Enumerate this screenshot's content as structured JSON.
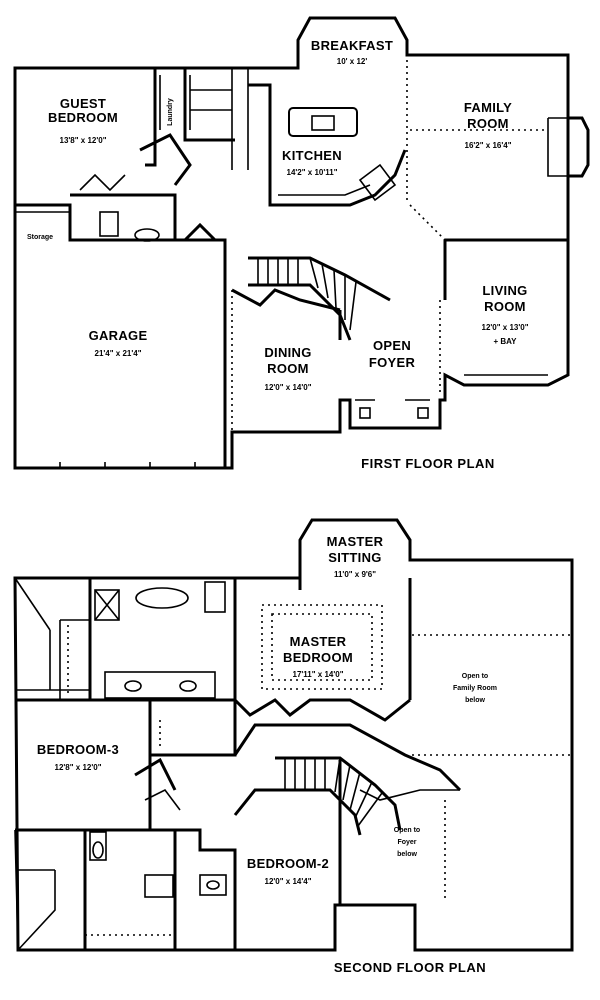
{
  "first_floor": {
    "title": "FIRST FLOOR PLAN",
    "rooms": {
      "breakfast": {
        "name": "BREAKFAST",
        "size": "10' x 12'"
      },
      "guest": {
        "name1": "GUEST",
        "name2": "BEDROOM",
        "size": "13'8\" x 12'0\""
      },
      "laundry": {
        "name": "Laundry"
      },
      "family": {
        "name1": "FAMILY",
        "name2": "ROOM",
        "size": "16'2\" x 16'4\""
      },
      "kitchen": {
        "name": "KITCHEN",
        "size": "14'2\" x 10'11\""
      },
      "storage": {
        "name": "Storage"
      },
      "garage": {
        "name": "GARAGE",
        "size": "21'4\" x 21'4\""
      },
      "living": {
        "name1": "LIVING",
        "name2": "ROOM",
        "size": "12'0\" x 13'0\"",
        "note": "+ BAY"
      },
      "dining": {
        "name1": "DINING",
        "name2": "ROOM",
        "size": "12'0\" x 14'0\""
      },
      "foyer": {
        "name1": "OPEN",
        "name2": "FOYER"
      }
    }
  },
  "second_floor": {
    "title": "SECOND FLOOR PLAN",
    "rooms": {
      "sitting": {
        "name1": "MASTER",
        "name2": "SITTING",
        "size": "11'0\" x 9'6\""
      },
      "master": {
        "name1": "MASTER",
        "name2": "BEDROOM",
        "size": "17'11\" x 14'0\""
      },
      "open_family": {
        "line1": "Open to",
        "line2": "Family Room",
        "line3": "below"
      },
      "bed3": {
        "name": "BEDROOM-3",
        "size": "12'8\" x 12'0\""
      },
      "open_foyer": {
        "line1": "Open to",
        "line2": "Foyer",
        "line3": "below"
      },
      "bed2": {
        "name": "BEDROOM-2",
        "size": "12'0\" x 14'4\""
      }
    }
  }
}
